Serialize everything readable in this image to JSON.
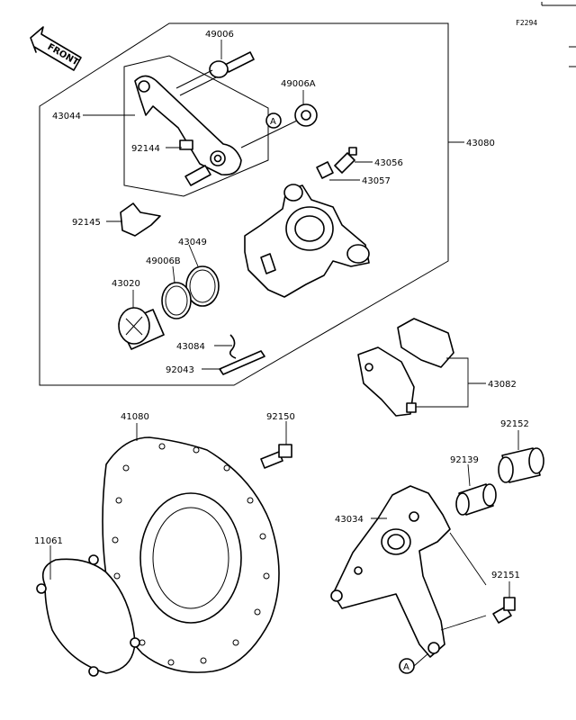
{
  "figure_id": "F2294",
  "front_label": "FRONT",
  "ref_marker": "A",
  "parts": {
    "p49006": "49006",
    "p49006A": "49006A",
    "p43044": "43044",
    "p92144": "92144",
    "p43080": "43080",
    "p43056": "43056",
    "p43057": "43057",
    "p92145": "92145",
    "p43049": "43049",
    "p49006B": "49006B",
    "p43020": "43020",
    "p43084": "43084",
    "p92043": "92043",
    "p43082": "43082",
    "p41080": "41080",
    "p92150": "92150",
    "p92152": "92152",
    "p92139": "92139",
    "p43034": "43034",
    "p11061": "11061",
    "p92151": "92151"
  }
}
